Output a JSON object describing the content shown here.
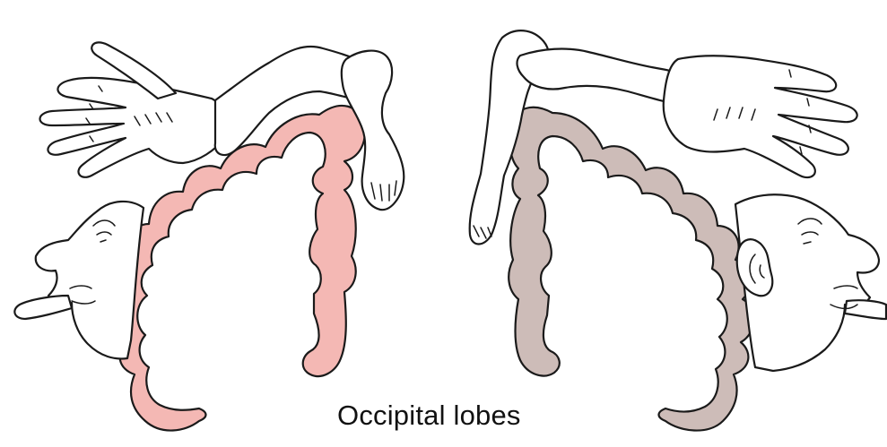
{
  "diagram": {
    "caption": "Occipital lobes",
    "hemispheres": [
      {
        "side": "left",
        "color": "#f4b8b4",
        "outline": "#1a1a1a"
      },
      {
        "side": "right",
        "color": "#cdbcb8",
        "outline": "#1a1a1a"
      }
    ],
    "figures": [
      {
        "name": "left-homunculus",
        "parts": [
          "hand",
          "arm",
          "foot",
          "face",
          "tongue"
        ]
      },
      {
        "name": "right-homunculus",
        "parts": [
          "hand",
          "arm",
          "foot",
          "face",
          "ear",
          "tongue"
        ]
      }
    ]
  }
}
